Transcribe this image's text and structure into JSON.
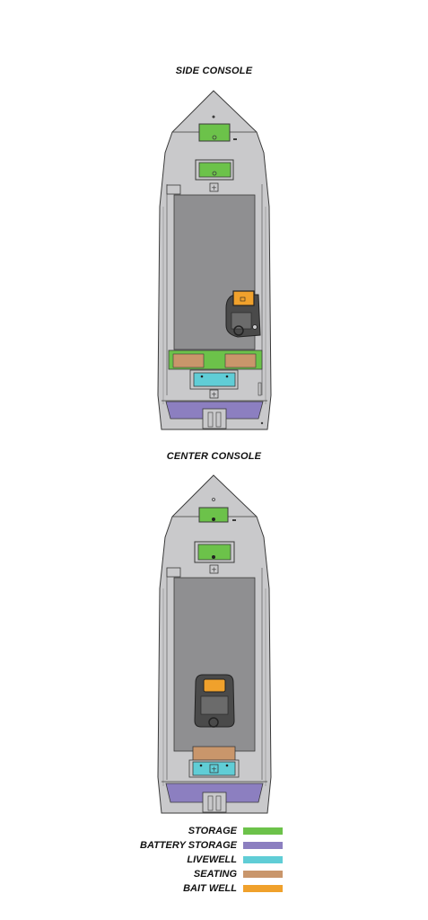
{
  "layouts": [
    {
      "title": "SIDE CONSOLE"
    },
    {
      "title": "CENTER CONSOLE"
    }
  ],
  "legend": [
    {
      "label": "STORAGE",
      "color": "#6cc24a"
    },
    {
      "label": "BATTERY STORAGE",
      "color": "#8c7fc0"
    },
    {
      "label": "LIVEWELL",
      "color": "#60cdd6"
    },
    {
      "label": "SEATING",
      "color": "#c9966b"
    },
    {
      "label": "BAIT WELL",
      "color": "#f0a12c"
    }
  ],
  "colors": {
    "hull": "#c9c9cb",
    "deck": "#8f8f91",
    "outline": "#3a3a3a",
    "storage": "#6cc24a",
    "battery_storage": "#8c7fc0",
    "livewell": "#60cdd6",
    "seating": "#c9966b",
    "bait_well": "#f0a12c"
  }
}
